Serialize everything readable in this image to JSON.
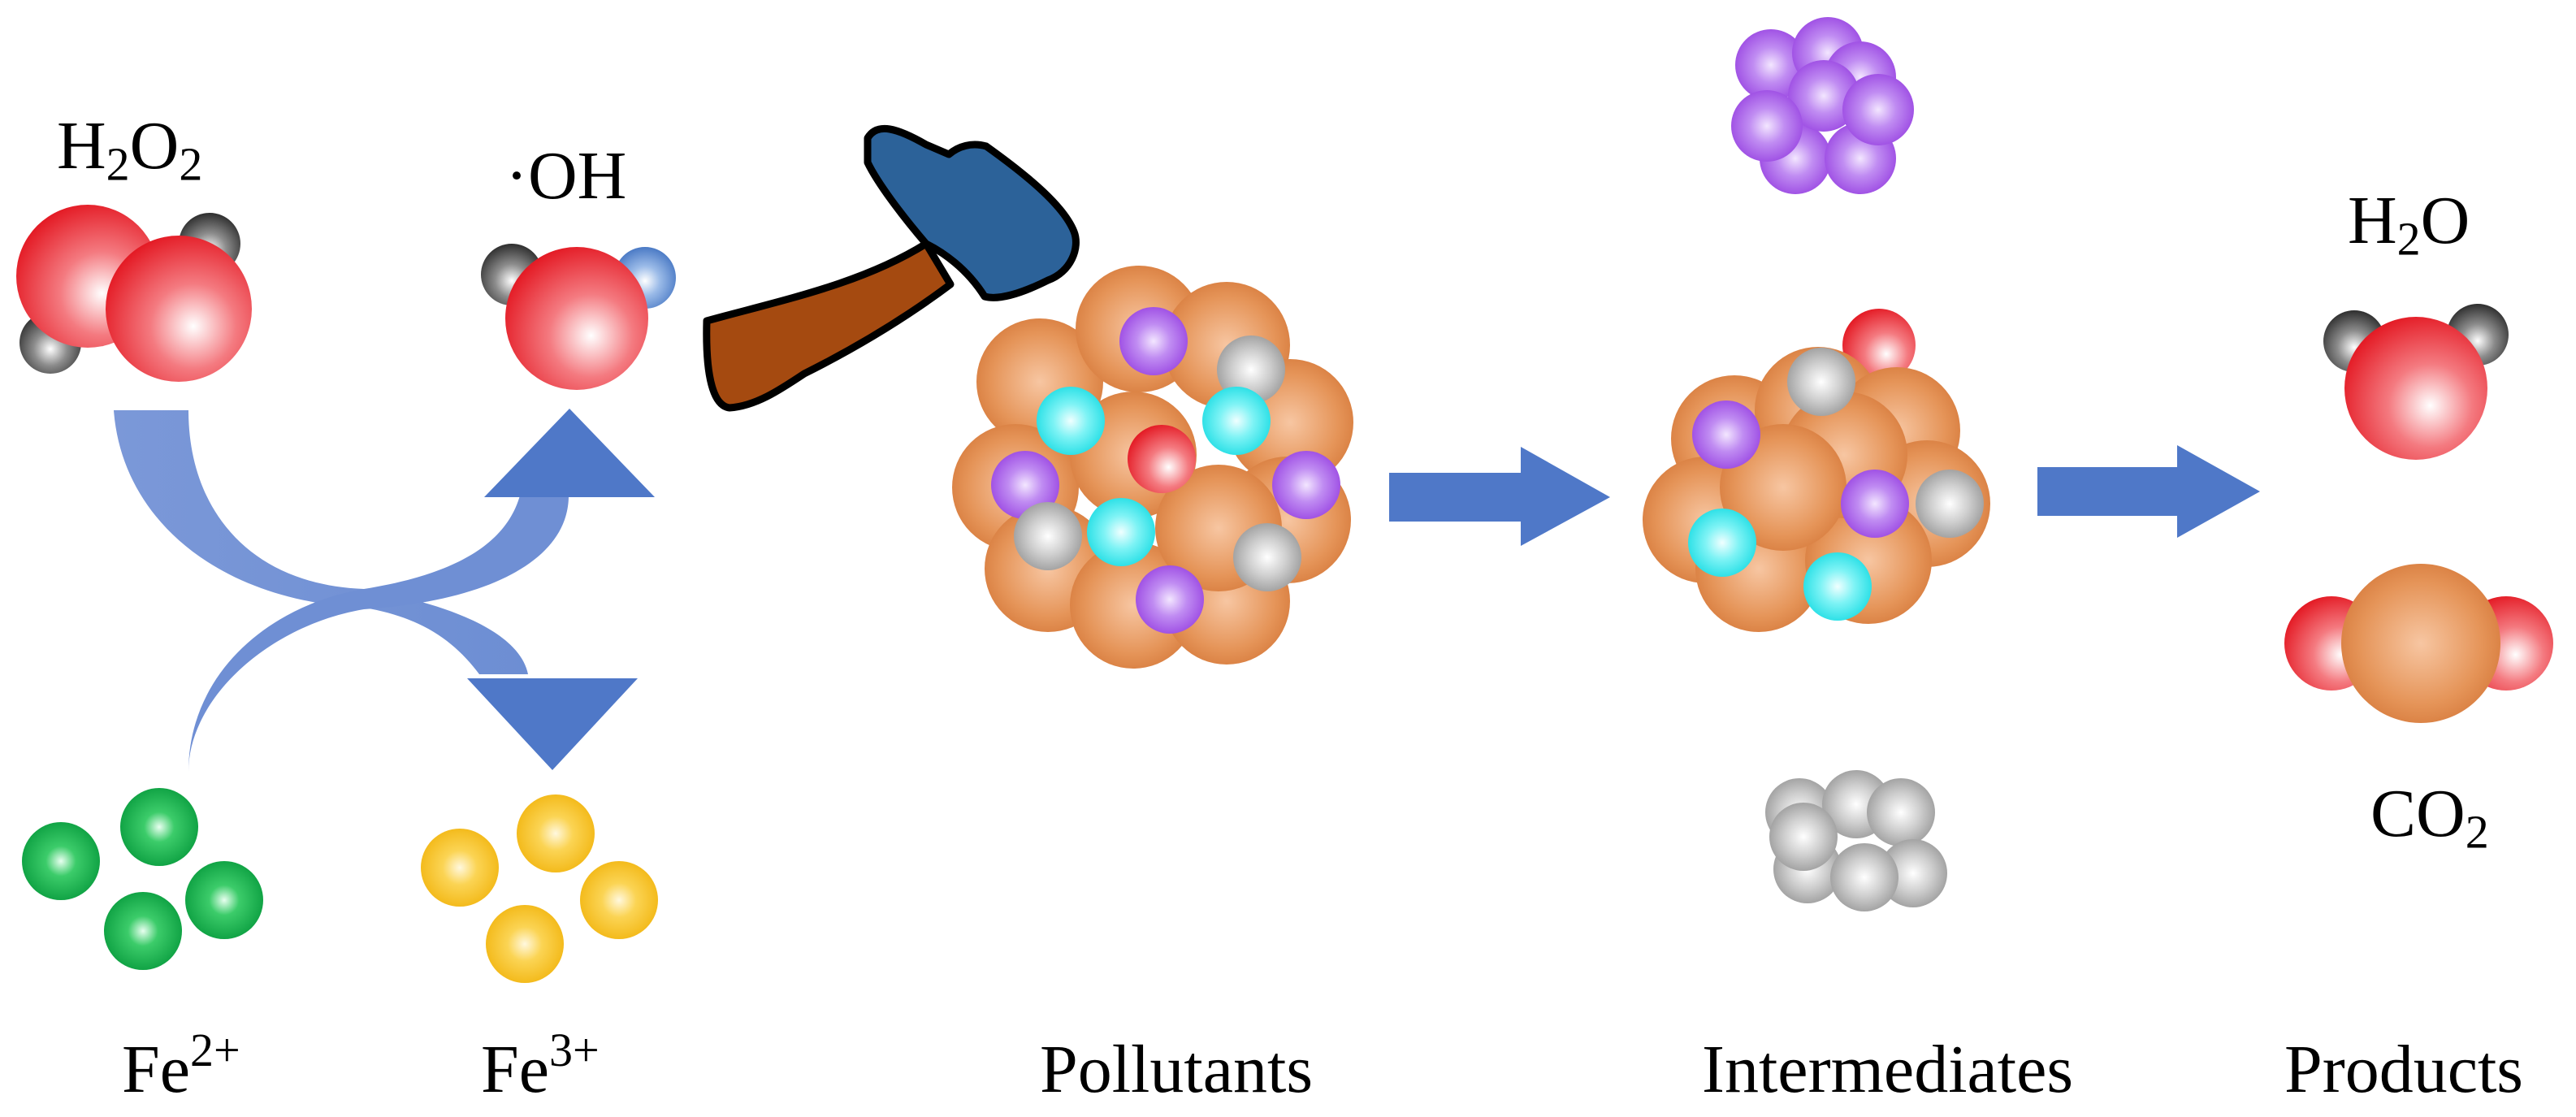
{
  "labels": {
    "h2o2": {
      "base1": "H",
      "sub1": "2",
      "base2": "O",
      "sub2": "2"
    },
    "oh": {
      "dot": "·",
      "text": "OH"
    },
    "fe2": {
      "base": "Fe",
      "sup": "2+"
    },
    "fe3": {
      "base": "Fe",
      "sup": "3+"
    },
    "h2o": {
      "base1": "H",
      "sub1": "2",
      "base2": "O"
    },
    "co2": {
      "base1": "CO",
      "sub1": "2"
    },
    "pollutants": "Pollutants",
    "intermediates": "Intermediates",
    "products": "Products"
  },
  "colors": {
    "oxygen": "#e8202a",
    "hydrogen": "#4a4a4a",
    "hydroxyl_h": "#5b8fd6",
    "carbon": "#e08a4e",
    "fe2": "#11b04a",
    "fe3": "#f6c21c",
    "purple": "#a65ae6",
    "cyan": "#27e6ec",
    "silver": "#a9a9a9",
    "arrow": "#4f78c8",
    "hammer_head": "#2c6299",
    "hammer_handle": "#a54a10"
  }
}
